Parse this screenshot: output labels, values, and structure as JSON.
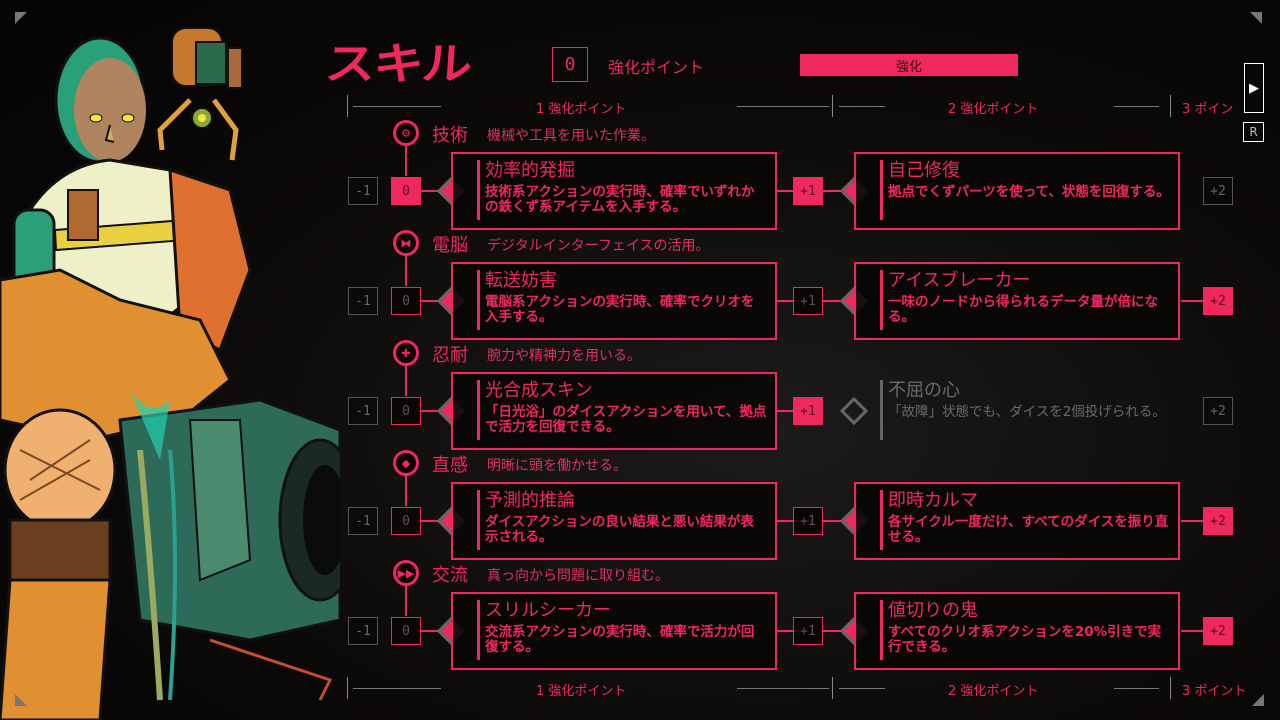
{
  "title": "スキル",
  "header": {
    "points_value": "0",
    "points_label": "強化ポイント",
    "enhance_button": "強化",
    "next_button": "▶",
    "r_button": "R"
  },
  "tiers_top": [
    {
      "label": "1 強化ポイント"
    },
    {
      "label": "2 強化ポイント"
    },
    {
      "label": "3 ポイン"
    }
  ],
  "tiers_bottom": [
    {
      "label": "1 強化ポイント"
    },
    {
      "label": "2 強化ポイント"
    },
    {
      "label": "3 ポイント"
    }
  ],
  "colors": {
    "accent": "#f0285e",
    "muted": "#666666",
    "background": "#0a0606"
  },
  "categories": [
    {
      "icon": "wrench-icon",
      "glyph": "⚙",
      "name": "技術",
      "desc": "機械や工具を用いた作業。",
      "minus": "-1",
      "level": "0",
      "level_state": "on",
      "skill1": {
        "name": "効率的発掘",
        "desc": "技術系アクションの実行時、確率でいずれかの鉄くず系アイテムを入手する。",
        "state": "unlocked"
      },
      "plus1": "+1",
      "plus1_state": "on",
      "skill2": {
        "name": "自己修復",
        "desc": "拠点でくずパーツを使って、状態を回復する。",
        "state": "unlocked"
      },
      "plus2": "+2",
      "plus2_state": "off"
    },
    {
      "icon": "cyberbrain-icon",
      "glyph": "⧓",
      "name": "電脳",
      "desc": "デジタルインターフェイスの活用。",
      "minus": "-1",
      "level": "0",
      "level_state": "edge",
      "skill1": {
        "name": "転送妨害",
        "desc": "電脳系アクションの実行時、確率でクリオを入手する。",
        "state": "unlocked"
      },
      "plus1": "+1",
      "plus1_state": "edge",
      "skill2": {
        "name": "アイスブレーカー",
        "desc": "一味のノードから得られるデータ量が倍になる。",
        "state": "unlocked"
      },
      "plus2": "+2",
      "plus2_state": "on"
    },
    {
      "icon": "endurance-icon",
      "glyph": "✚",
      "name": "忍耐",
      "desc": "腕力や精神力を用いる。",
      "minus": "-1",
      "level": "0",
      "level_state": "edge",
      "skill1": {
        "name": "光合成スキン",
        "desc": "「日光浴」のダイスアクションを用いて、拠点で活力を回復できる。",
        "state": "unlocked"
      },
      "plus1": "+1",
      "plus1_state": "on",
      "skill2": {
        "name": "不屈の心",
        "desc": "「故障」状態でも、ダイスを2個投げられる。",
        "state": "locked"
      },
      "plus2": "+2",
      "plus2_state": "off"
    },
    {
      "icon": "intuition-icon",
      "glyph": "◆",
      "name": "直感",
      "desc": "明晰に頭を働かせる。",
      "minus": "-1",
      "level": "0",
      "level_state": "edge",
      "skill1": {
        "name": "予測的推論",
        "desc": "ダイスアクションの良い結果と悪い結果が表示される。",
        "state": "unlocked"
      },
      "plus1": "+1",
      "plus1_state": "edge",
      "skill2": {
        "name": "即時カルマ",
        "desc": "各サイクル一度だけ、すべてのダイスを振り直せる。",
        "state": "unlocked"
      },
      "plus2": "+2",
      "plus2_state": "on"
    },
    {
      "icon": "exchange-icon",
      "glyph": "▶▶",
      "name": "交流",
      "desc": "真っ向から問題に取り組む。",
      "minus": "-1",
      "level": "0",
      "level_state": "edge",
      "skill1": {
        "name": "スリルシーカー",
        "desc": "交流系アクションの実行時、確率で活力が回復する。",
        "state": "unlocked"
      },
      "plus1": "+1",
      "plus1_state": "edge",
      "skill2": {
        "name": "値切りの鬼",
        "desc": "すべてのクリオ系アクションを20%引きで実行できる。",
        "state": "unlocked"
      },
      "plus2": "+2",
      "plus2_state": "on"
    }
  ]
}
